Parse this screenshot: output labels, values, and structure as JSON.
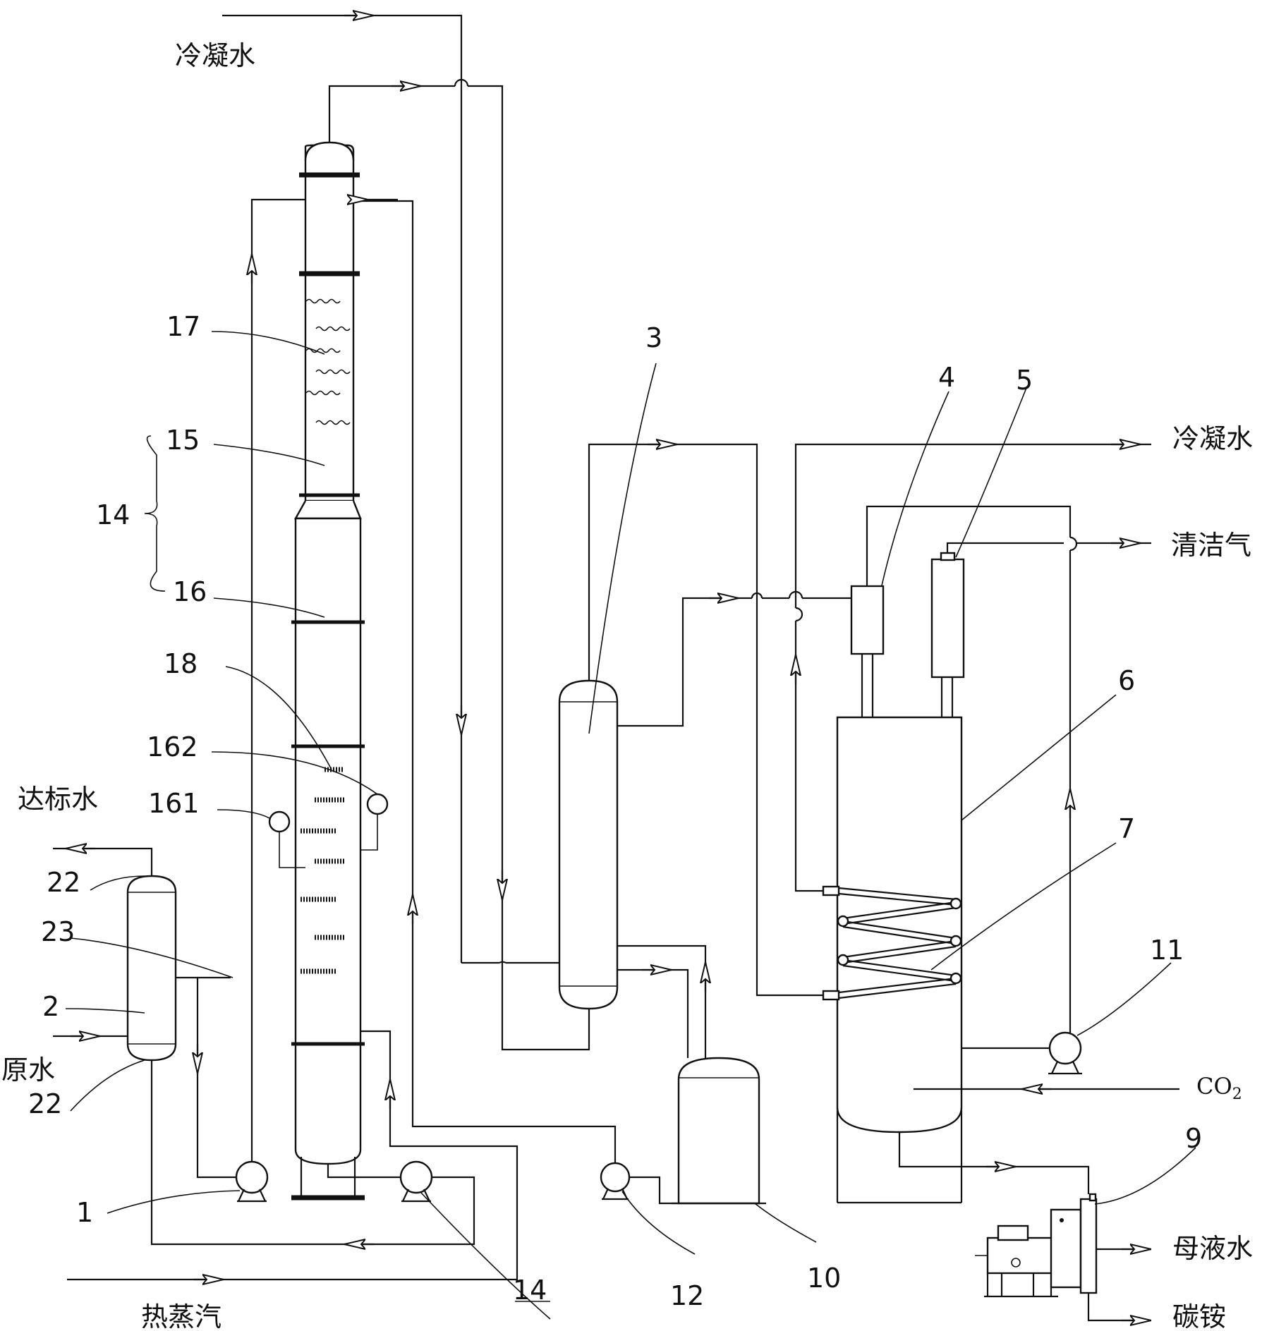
{
  "streams": {
    "cooling_water_top": "冷凝水",
    "cooling_water_right": "冷凝水",
    "clean_gas": "清洁气",
    "treated_water": "达标水",
    "raw_water": "原水",
    "hot_steam": "热蒸汽",
    "co2": "CO",
    "co2_sub": "2",
    "mother_liquor": "母液水",
    "ammonium_bicarbonate": "碳铵"
  },
  "labels": {
    "n1": "1",
    "n2": "2",
    "n3": "3",
    "n4": "4",
    "n5": "5",
    "n6": "6",
    "n7": "7",
    "n9": "9",
    "n10": "10",
    "n11": "11",
    "n12": "12",
    "n14": "14",
    "n14b": "14",
    "n15": "15",
    "n16": "16",
    "n17": "17",
    "n18": "18",
    "n22a": "22",
    "n22b": "22",
    "n23": "23",
    "n161": "161",
    "n162": "162"
  }
}
